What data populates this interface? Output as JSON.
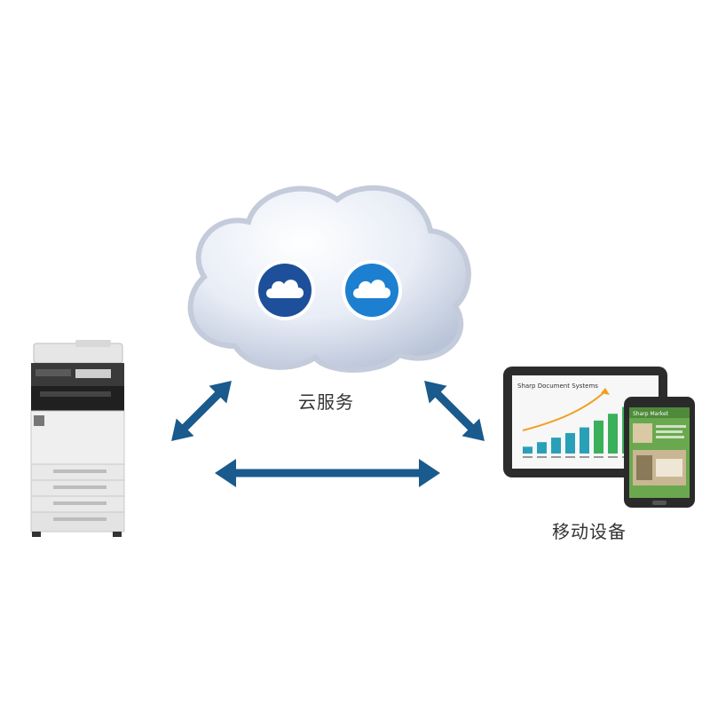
{
  "diagram": {
    "cloud_label": "云服务",
    "mobile_label": "移动设备",
    "tablet_chart_title": "Sharp Document Systems",
    "phone_screen_title": "Sharp Market",
    "tablet_bar_levels": [
      0.12,
      0.2,
      0.28,
      0.36,
      0.46,
      0.58,
      0.7,
      0.82,
      0.94
    ],
    "colors": {
      "arrow": "#1a5a8c",
      "service_badge_1": "#1e4f9a",
      "service_badge_2": "#1d7fd0",
      "cloud_fill": "#dfe6f2",
      "label_text": "#333333"
    },
    "icons": [
      "cloud-icon",
      "cloud-icon",
      "mfp-printer-icon",
      "tablet-icon",
      "smartphone-icon"
    ]
  }
}
